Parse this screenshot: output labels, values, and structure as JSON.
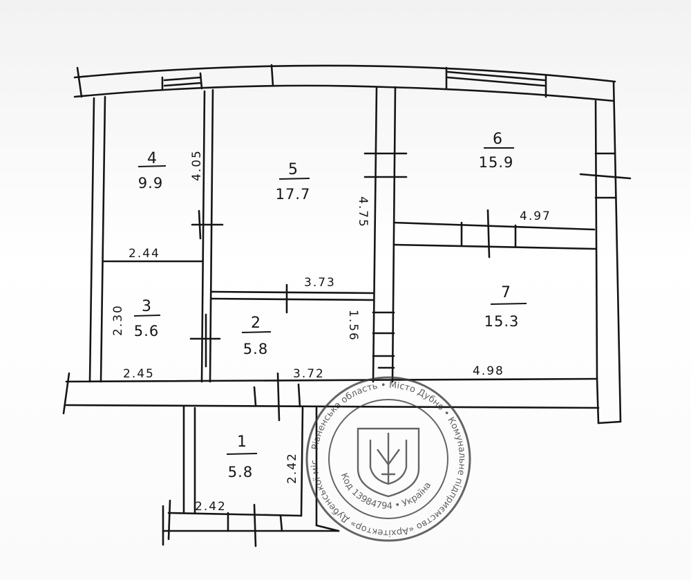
{
  "rooms": [
    {
      "id": "1",
      "number": "1",
      "area": "5.8"
    },
    {
      "id": "2",
      "number": "2",
      "area": "5.8"
    },
    {
      "id": "3",
      "number": "3",
      "area": "5.6"
    },
    {
      "id": "4",
      "number": "4",
      "area": "9.9"
    },
    {
      "id": "5",
      "number": "5",
      "area": "17.7"
    },
    {
      "id": "6",
      "number": "6",
      "area": "15.9"
    },
    {
      "id": "7",
      "number": "7",
      "area": "15.3"
    }
  ],
  "dimensions": {
    "room4_height": "4.05",
    "room4_width": "2.44",
    "room3_height": "2.30",
    "room3_width": "2.45",
    "room5_height": "4.75",
    "room5_width": "3.73",
    "room2_height": "1.56",
    "room2_width": "3.72",
    "room6_width": "4.97",
    "room7_width": "4.98",
    "room1_height": "2.42",
    "room1_width": "2.42"
  },
  "stamp": {
    "outer_text": "Рівненська область • Місто Дубно • Комунальне підприємство «Архітектор» Дубенської міської ради",
    "code_text": "Код 13984794 • Україна",
    "emblem": "trident-coat-of-arms-icon"
  },
  "colors": {
    "ink": "#151515",
    "stamp": "#3a3a3a",
    "paper": "#fdfdfd"
  }
}
